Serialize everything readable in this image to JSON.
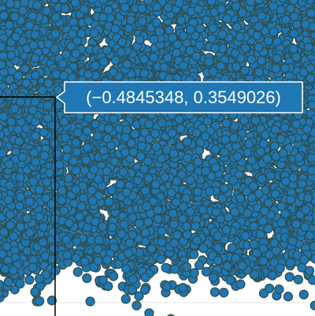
{
  "chart_data": {
    "type": "scatter",
    "title": "",
    "xlabel": "",
    "ylabel": "",
    "grid": true,
    "marker_color": "#1f77b4",
    "marker_edge_color": "#2f4f4f",
    "tooltip": {
      "text": "(−0.4845348, 0.3549026)",
      "x": -0.4845348,
      "y": 0.3549026,
      "background": "#1f77b4",
      "text_color": "#ffffff"
    },
    "series": [
      {
        "name": "",
        "density": "dense"
      }
    ]
  }
}
